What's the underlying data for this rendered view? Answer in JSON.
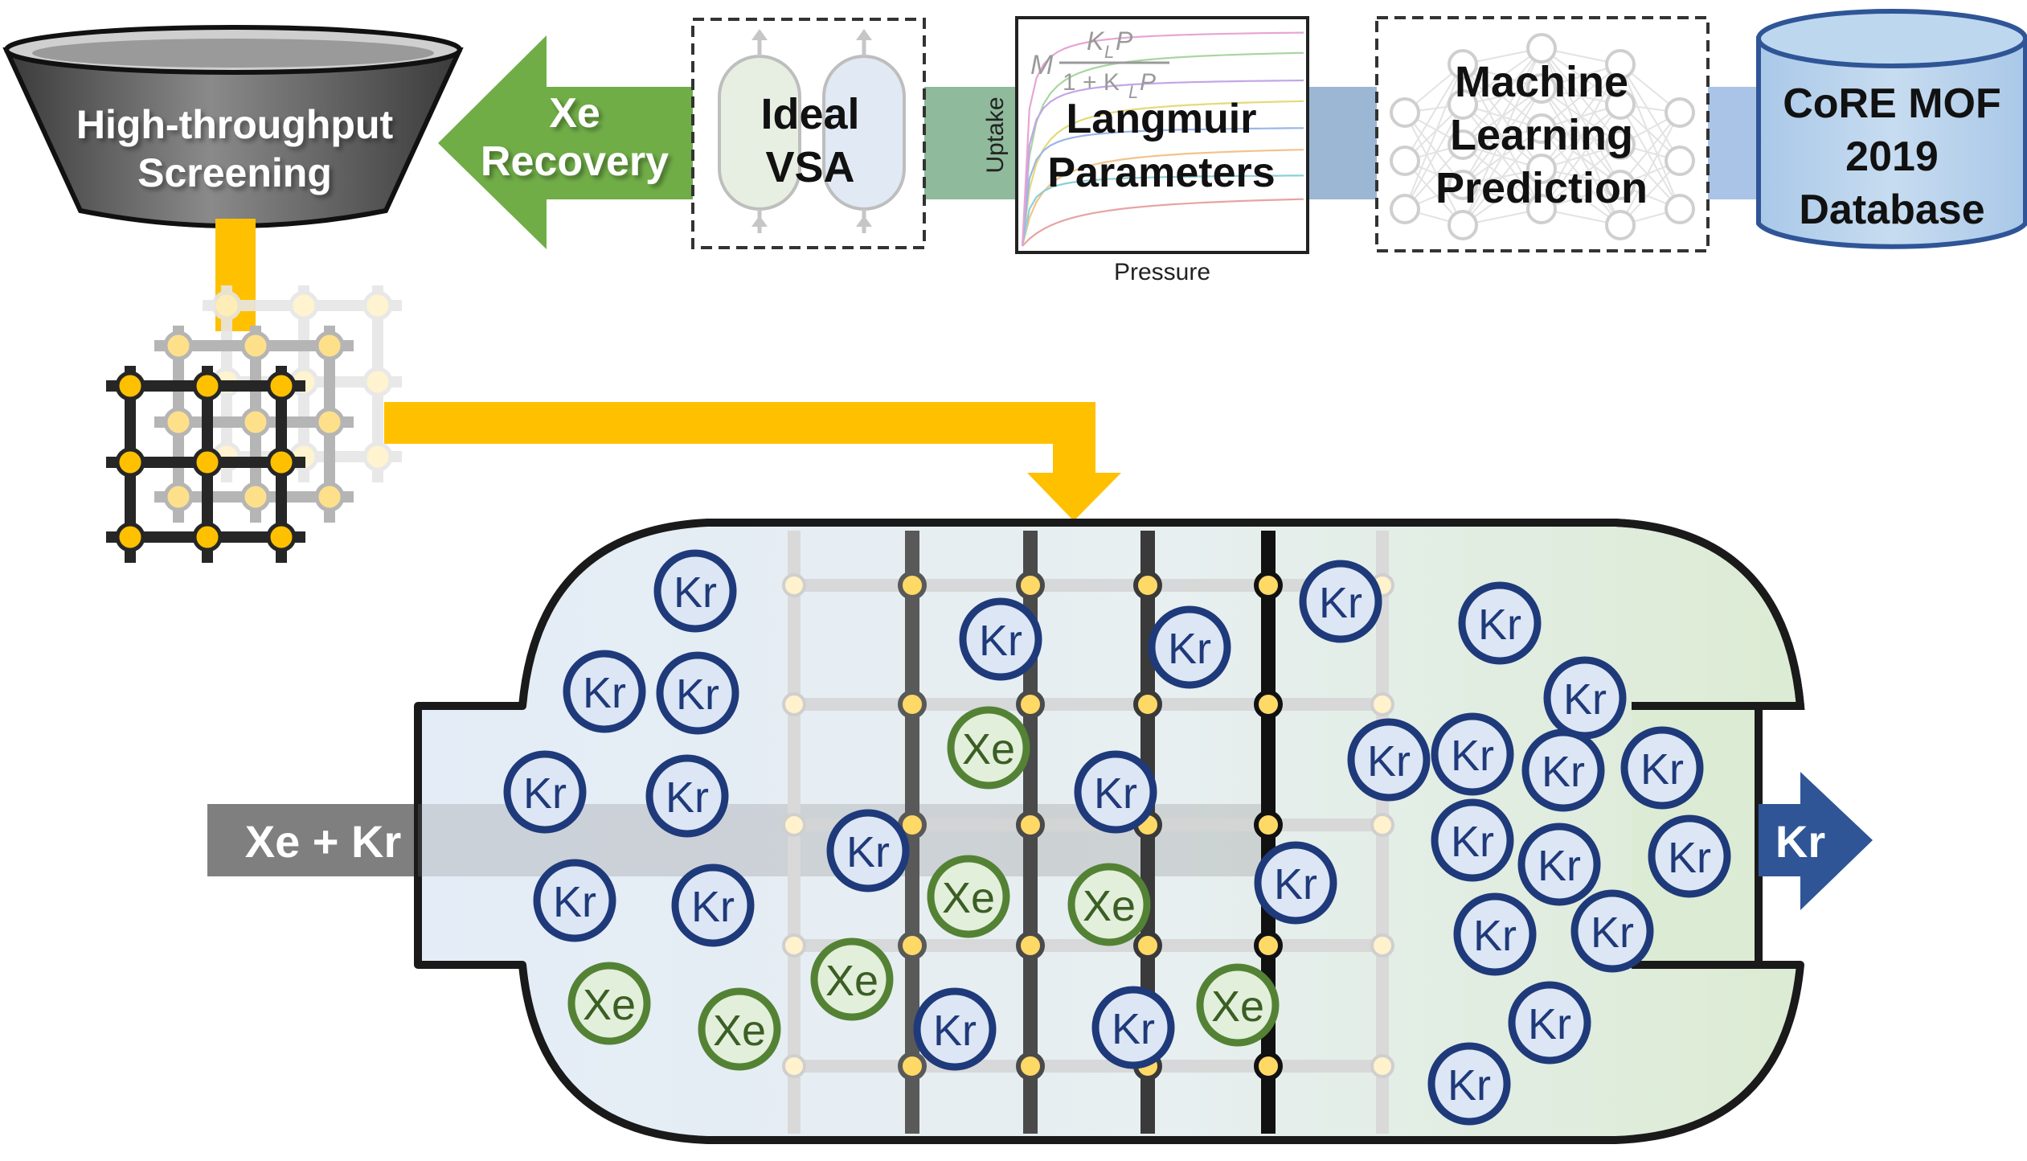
{
  "pipeline": {
    "screening_label": [
      "High-throughput",
      "Screening"
    ],
    "recovery_label": [
      "Xe",
      "Recovery"
    ],
    "vsa_label": [
      "Ideal",
      "VSA"
    ],
    "langmuir": {
      "formula_lead": "M",
      "formula_num": "K",
      "formula_num_sub": "L",
      "formula_num_tail": "P",
      "formula_den": "1 + K",
      "formula_den_sub": "L",
      "formula_den_tail": "P",
      "title": [
        "Langmuir",
        "Parameters"
      ],
      "xlabel": "Pressure",
      "ylabel": "Uptake",
      "curve_colors": [
        "#e8a3a3",
        "#f2c38b",
        "#e6d97a",
        "#a8d6a0",
        "#8ccfd6",
        "#9ab6e8",
        "#c3a6e6",
        "#e6a6d2"
      ]
    },
    "ml_label": [
      "Machine",
      "Learning",
      "Prediction"
    ],
    "database_label": [
      "CoRE MOF",
      "2019",
      "Database"
    ]
  },
  "separation": {
    "feed_label": "Xe + Kr",
    "product_label": "Kr",
    "molecule_kr": "Kr",
    "molecule_xe": "Xe"
  },
  "colors": {
    "funnel": "#6b6b6b",
    "recovery_arrow": "#70ad47",
    "pipe_green": "#8fba9c",
    "pipe_blue": "#9bb7d4",
    "database": "#9dc3e6",
    "database_edge": "#2f5597",
    "gold": "#ffc000",
    "kr_edge": "#1f3a7a",
    "kr_fill": "#dce6f4",
    "xe_edge": "#548235",
    "xe_fill": "#e2efda",
    "kr_arrow": "#2f5597",
    "feed_bar": "#7f7f7f"
  }
}
